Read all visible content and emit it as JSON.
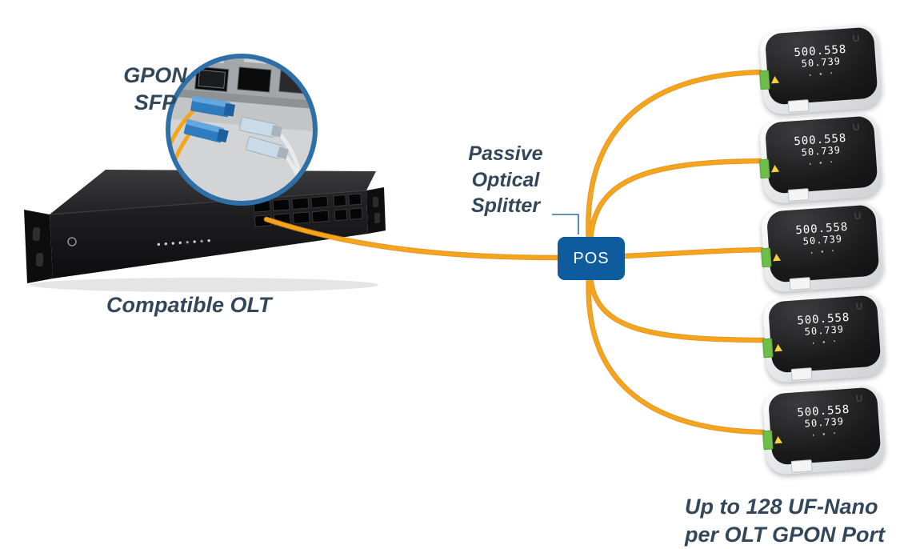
{
  "labels": {
    "gpon_sfp": [
      "GPON",
      "SFP"
    ],
    "compatible_olt": "Compatible OLT",
    "splitter": [
      "Passive",
      "Optical",
      "Splitter"
    ],
    "pos": "POS",
    "caption": [
      "Up to 128 UF-Nano",
      "per OLT GPON Port"
    ]
  },
  "devices": {
    "logo_glyph": "U",
    "display_icons": "▴ ▪ ▾",
    "items": [
      {
        "display_line1": "500.558",
        "display_line2": "50.739"
      },
      {
        "display_line1": "500.558",
        "display_line2": "50.739"
      },
      {
        "display_line1": "500.558",
        "display_line2": "50.739"
      },
      {
        "display_line1": "500.558",
        "display_line2": "50.739"
      },
      {
        "display_line1": "500.558",
        "display_line2": "50.739"
      }
    ]
  },
  "colors": {
    "fiber_cable": "#F7A41D",
    "pos_box": "#0E5C9E",
    "callout_ring": "#2E6FA8",
    "label_text": "#33475A",
    "nano_port_green": "#6FBE4A",
    "warning_label_yellow": "#F4D23C"
  }
}
